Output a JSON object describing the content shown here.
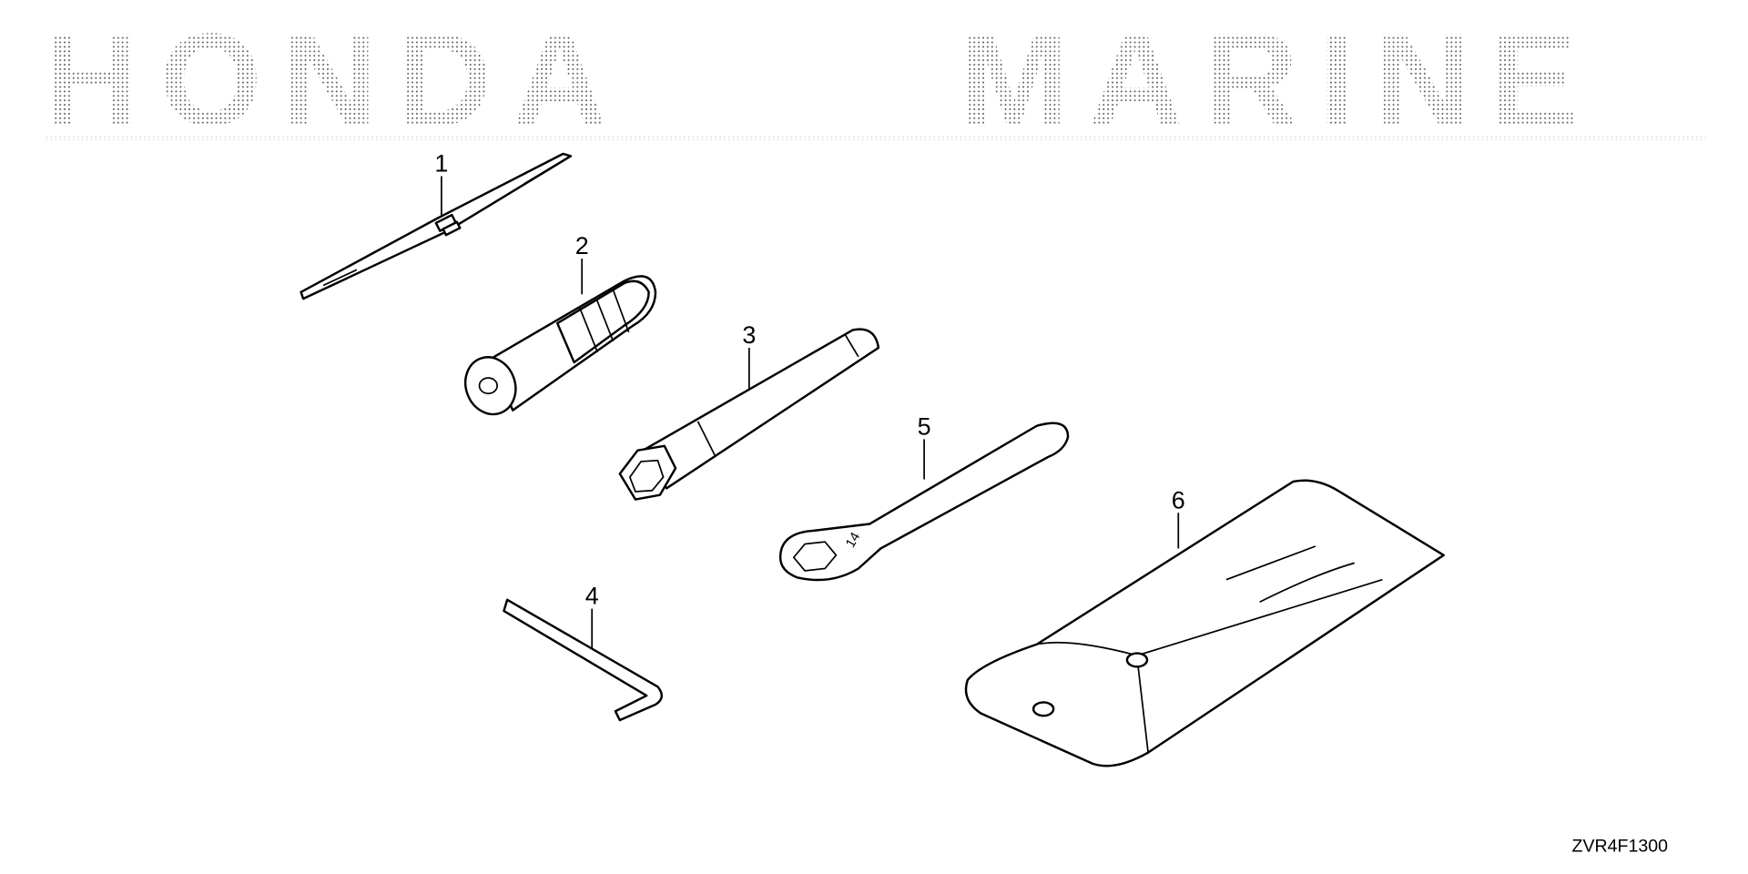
{
  "watermark": {
    "line1": "HONDA",
    "line2": "MARINE"
  },
  "diagram_code": "ZVR4F1300",
  "callouts": [
    {
      "number": "1",
      "part": "screwdriver"
    },
    {
      "number": "2",
      "part": "extension-handle"
    },
    {
      "number": "3",
      "part": "box-wrench"
    },
    {
      "number": "4",
      "part": "hex-key"
    },
    {
      "number": "5",
      "part": "spanner-wrench"
    },
    {
      "number": "6",
      "part": "tool-pouch"
    }
  ],
  "wrench_marking": "14"
}
